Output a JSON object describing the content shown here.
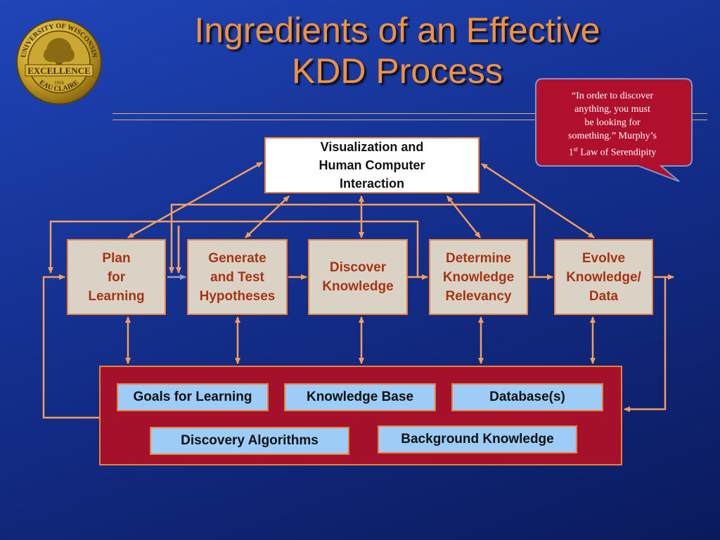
{
  "slide": {
    "title_line1": "Ingredients of an Effective",
    "title_line2": "KDD Process"
  },
  "seal": {
    "text_top": "UNIVERSITY OF WISCONSIN",
    "text_middle": "EXCELLENCE",
    "text_bottom": "EAU CLAIRE",
    "text_small": "1916",
    "icon": "tree-icon"
  },
  "quote": {
    "line1": "“In order to discover",
    "line2": "anything, you must",
    "line3": "be looking for",
    "line4": "something.”  Murphy’s",
    "line5_pre": "1",
    "line5_sup": "st",
    "line5_post": " Law of Serendipity"
  },
  "visualization": {
    "line1": "Visualization and",
    "line2": "Human Computer",
    "line3": "Interaction"
  },
  "steps": [
    {
      "label": "Plan\nfor\nLearning"
    },
    {
      "label": "Generate\nand Test\nHypotheses"
    },
    {
      "label": "Discover\nKnowledge"
    },
    {
      "label": "Determine\nKnowledge\nRelevancy"
    },
    {
      "label": "Evolve\nKnowledge/\nData"
    }
  ],
  "resources": {
    "goals": "Goals for Learning",
    "knowledge_base": "Knowledge Base",
    "databases": "Database(s)",
    "algorithms": "Discovery Algorithms",
    "background": "Background Knowledge"
  },
  "colors": {
    "title": "#f0913b",
    "arrow": "#f5a05a",
    "step_fill": "#dbd2c6",
    "step_text": "#a63414",
    "base_fill": "#a5102a",
    "resource_fill": "#9dcdf7",
    "bubble_fill": "#b0102c"
  }
}
